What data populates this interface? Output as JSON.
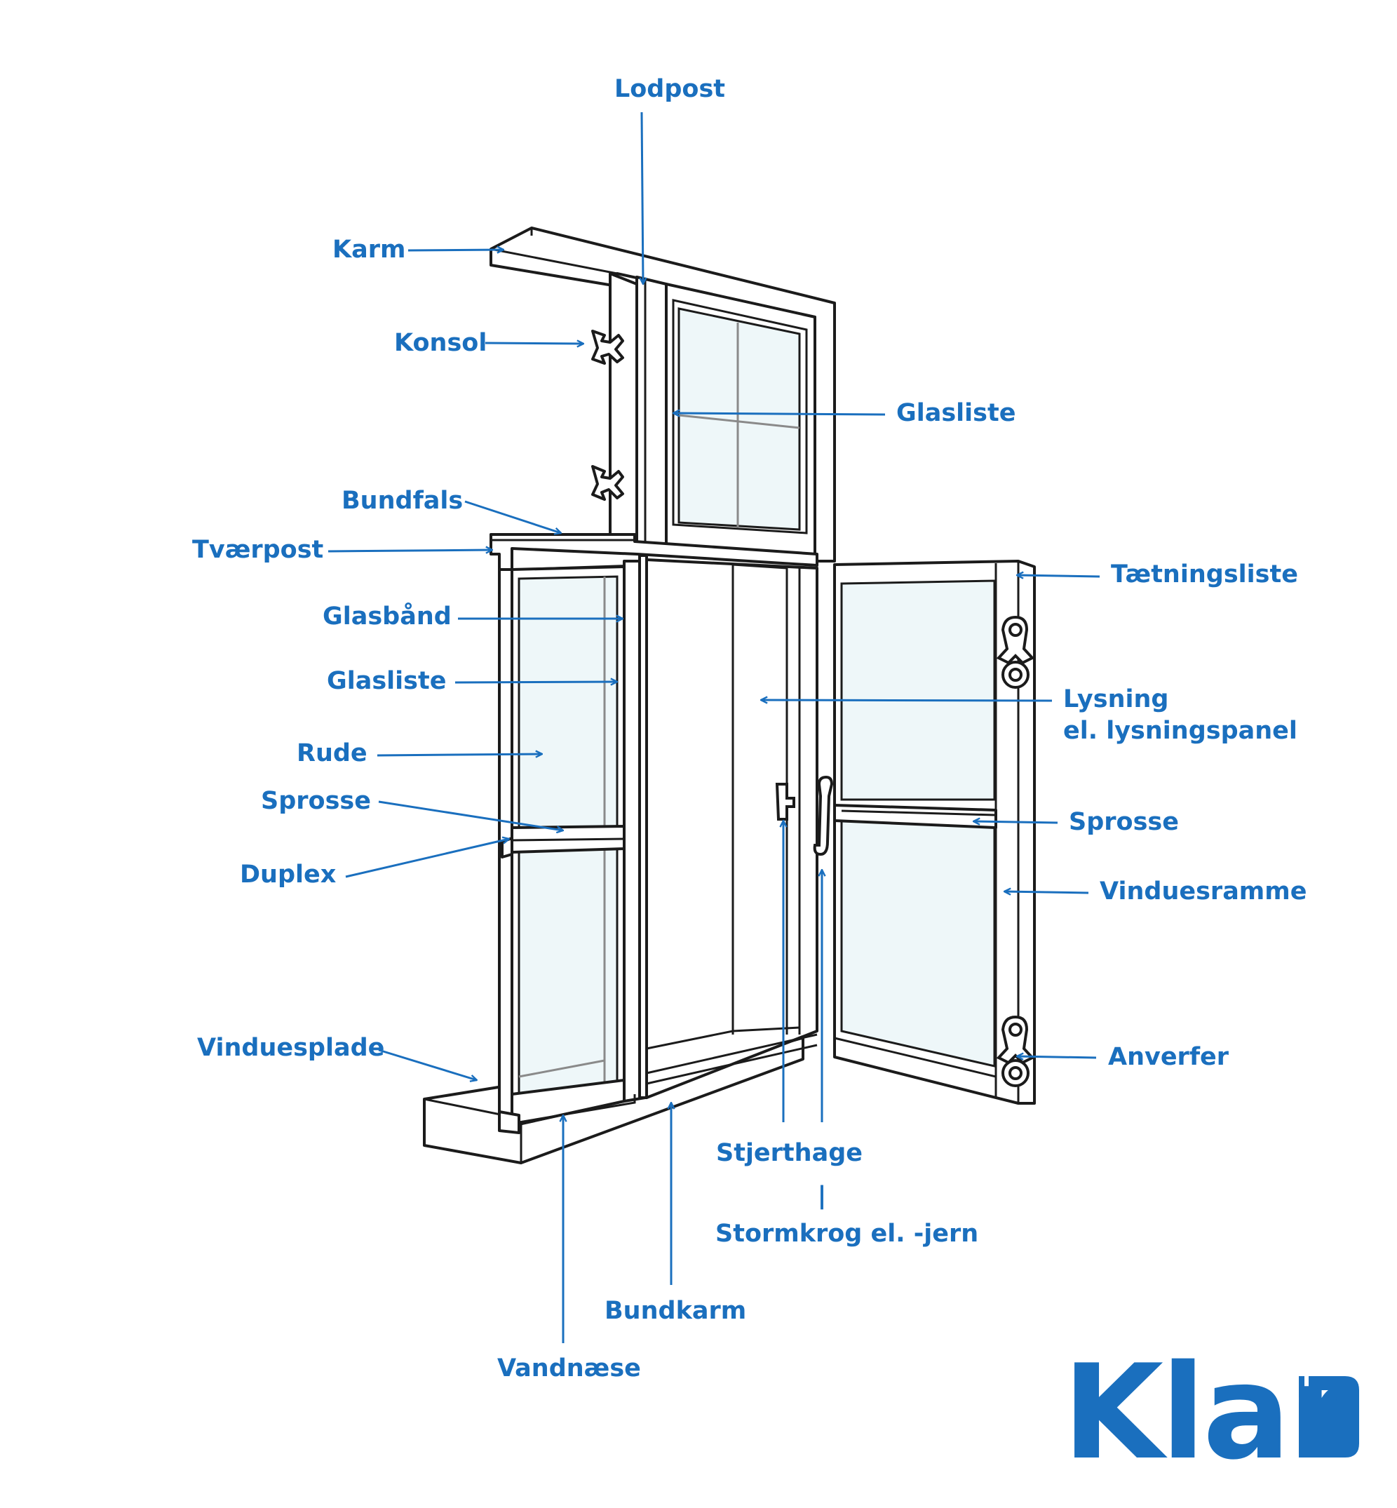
{
  "labels": {
    "lodpost": "Lodpost",
    "karm": "Karm",
    "konsol": "Konsol",
    "glasliste_top": "Glasliste",
    "bundfals": "Bundfals",
    "tvaerpost": "Tværpost",
    "taetningsliste": "Tætningsliste",
    "glasbaand": "Glasbånd",
    "glasliste_left": "Glasliste",
    "lysning_line1": "Lysning",
    "lysning_line2": "el. lysningspanel",
    "rude": "Rude",
    "sprosse_left": "Sprosse",
    "sprosse_right": "Sprosse",
    "duplex": "Duplex",
    "vinduesramme": "Vinduesramme",
    "vinduesplade": "Vinduesplade",
    "anverfer": "Anverfer",
    "stjerthage": "Stjerthage",
    "separator": "|",
    "stormkrog": "Stormkrog el. -jern",
    "bundkarm": "Bundkarm",
    "vandnaese": "Vandnæse"
  },
  "logo": {
    "text": "Klar",
    "color": "#1a6fbe"
  },
  "colors": {
    "label": "#1a6fbe",
    "line": "#1b1b1b",
    "glass": "#eef7f9"
  }
}
